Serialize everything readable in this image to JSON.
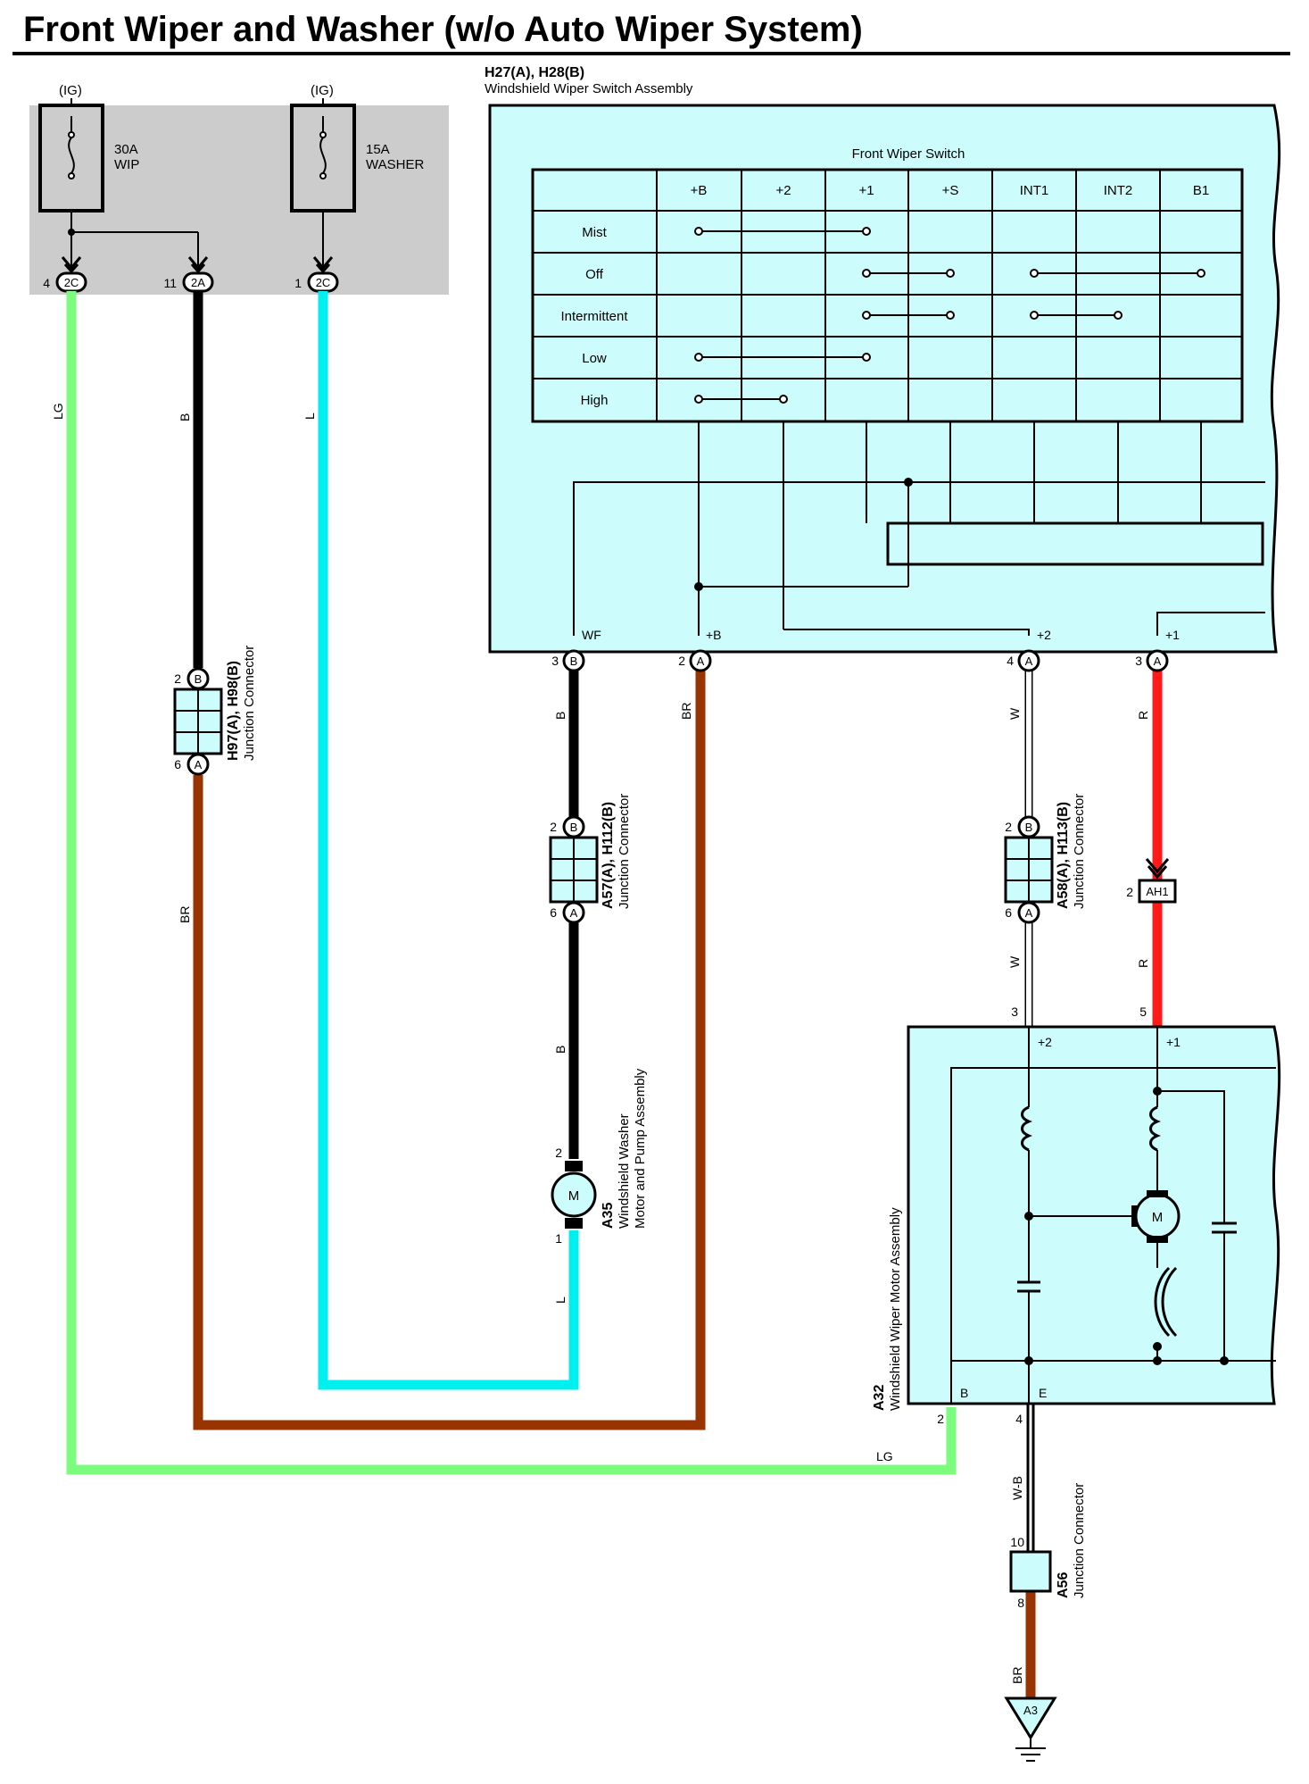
{
  "title": "Front Wiper and Washer (w/o Auto Wiper System)",
  "colors": {
    "panel": "#ccfcfc",
    "fuse_box": "#cccccc",
    "LG": "#7cfc7c",
    "B": "#000000",
    "L": "#00f0f0",
    "BR": "#993300",
    "R": "#ff1a1a",
    "W": "#ffffff"
  },
  "fuses": [
    {
      "ig": "(IG)",
      "rating": "30A",
      "name": "WIP"
    },
    {
      "ig": "(IG)",
      "rating": "15A",
      "name": "WASHER"
    }
  ],
  "fuse_connectors": [
    {
      "pin": "4",
      "code": "2C"
    },
    {
      "pin": "11",
      "code": "2A"
    },
    {
      "pin": "1",
      "code": "2C"
    }
  ],
  "switch_assembly": {
    "code": "H27(A), H28(B)",
    "name": "Windshield Wiper Switch Assembly",
    "table_title": "Front Wiper Switch",
    "columns": [
      "+B",
      "+2",
      "+1",
      "+S",
      "INT1",
      "INT2",
      "B1"
    ],
    "rows": [
      "Mist",
      "Off",
      "Intermittent",
      "Low",
      "High"
    ],
    "terminals": [
      {
        "label": "WF",
        "pin": "3",
        "conn": "B"
      },
      {
        "label": "+B",
        "pin": "2",
        "conn": "A"
      },
      {
        "label": "+2",
        "pin": "4",
        "conn": "A"
      },
      {
        "label": "+1",
        "pin": "3",
        "conn": "A"
      }
    ]
  },
  "wire_labels": {
    "lg": "LG",
    "b": "B",
    "l": "L",
    "br": "BR",
    "w": "W",
    "r": "R",
    "wb": "W-B"
  },
  "junctions": [
    {
      "code": "H97(A), H98(B)",
      "name": "Junction Connector",
      "pin_top": "2",
      "conn_top": "B",
      "pin_bot": "6",
      "conn_bot": "A"
    },
    {
      "code": "A57(A), H112(B)",
      "name": "Junction Connector",
      "pin_top": "2",
      "conn_top": "B",
      "pin_bot": "6",
      "conn_bot": "A"
    },
    {
      "code": "A58(A), H113(B)",
      "name": "Junction Connector",
      "pin_top": "2",
      "conn_top": "B",
      "pin_bot": "6",
      "conn_bot": "A"
    }
  ],
  "ah1": {
    "pin": "2",
    "code": "AH1"
  },
  "washer_motor": {
    "code": "A35",
    "name_line1": "Windshield Washer",
    "name_line2": "Motor and Pump Assembly",
    "symbol": "M",
    "pin_top": "2",
    "pin_bot": "1"
  },
  "wiper_motor": {
    "code": "A32",
    "name": "Windshield Wiper Motor Assembly",
    "symbol": "M",
    "pins_top": [
      {
        "pin": "3",
        "label": "+2"
      },
      {
        "pin": "5",
        "label": "+1"
      }
    ],
    "pins_bottom": [
      {
        "pin": "2",
        "label": "B"
      },
      {
        "pin": "4",
        "label": "E"
      }
    ]
  },
  "a56": {
    "code": "A56",
    "name": "Junction Connector",
    "pin_top": "10",
    "pin_bot": "8"
  },
  "ground": {
    "code": "A3"
  }
}
